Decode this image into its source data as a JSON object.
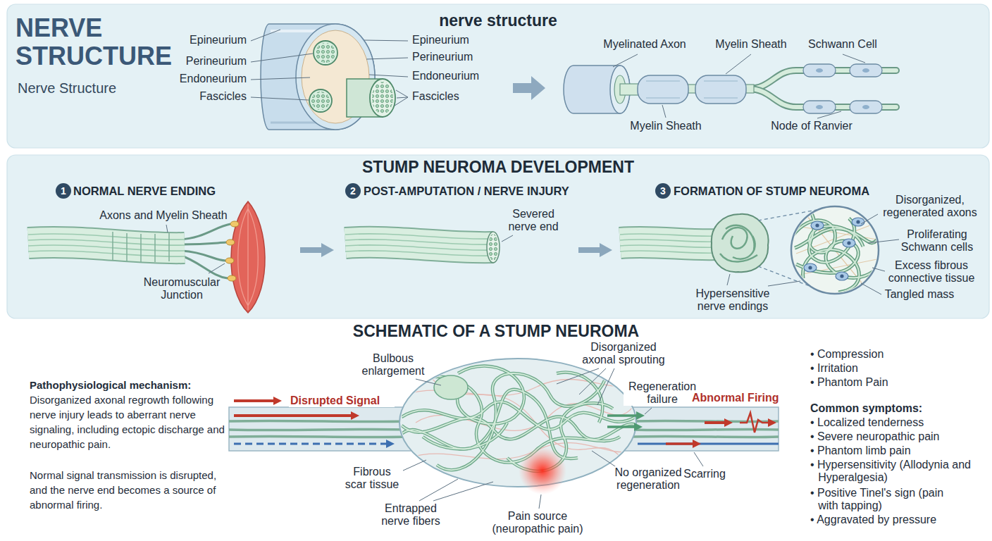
{
  "diagram": {
    "title": "NERVE STRUCTURE",
    "nodes": [
      {
        "text": [
          "nerve structure"
        ]
      },
      {
        "text": [
          "STUMP NEUROMA DEVELOPMENT"
        ]
      },
      {
        "text": [
          "NORMAL NERVE ENDING"
        ],
        "in": 1
      },
      {
        "text": [
          "POST-AMPUTATION / NERVE INJURY"
        ],
        "in": 1
      },
      {
        "text": [
          "FORMATION OF STUMP NEUROMA"
        ],
        "in": 1
      }
    ],
    "edges": [
      {
        "from": 2,
        "to": 3,
        "arrow": "to"
      },
      {
        "from": 3,
        "to": 4,
        "arrow": "to"
      }
    ],
    "labels": [
      "Nerve Structure",
      "Epineurium",
      "Perineurium",
      "Endoneurium",
      "Fascicles",
      "Epineurium",
      "Perineurium",
      "Endoneurium",
      "Fascicles",
      "Myelinated Axon",
      "Myelin Sheath",
      "Schwann Cell",
      "Myelin Sheath",
      "Node of Ranvier",
      "1",
      "2",
      "3",
      "Axons and Myelin Sheath",
      "Neuromuscular Junction",
      "Severed nerve end",
      "Disorganized, regenerated axons",
      "Proliferating Schwann cells",
      "Excess fibrous connective tissue",
      "Tangled mass",
      "Hypersensitive nerve endings",
      "SCHEMATIC OF A STUMP NEUROMA",
      "Pathophysiological mechanism:",
      "Disorganized axonal regrowth following nerve injury leads to aberrant nerve signaling, including ectopic discharge and neuropathic pain.",
      "Normal signal transmission is disrupted, and the nerve end becomes a source of abnormal firing.",
      "Bulbous enlargement",
      "Disorganized axonal sprouting",
      "Regeneration failure",
      "Disrupted Signal",
      "Abnormal Firing",
      "Fibrous scar tissue",
      "Entrapped nerve fibers",
      "Pain source (neuropathic pain)",
      "No organized regeneration",
      "Scarring",
      "• Compression",
      "• Irritation",
      "• Phantom Pain",
      "Common symptoms:",
      "• Localized tenderness",
      "• Severe neuropathic pain",
      "• Phantom limb pain",
      "• Hypersensitivity (Allodynia and Hyperalgesia)",
      "• Positive Tinel's sign (pain with tapping)",
      "• Aggravated by pressure"
    ]
  }
}
